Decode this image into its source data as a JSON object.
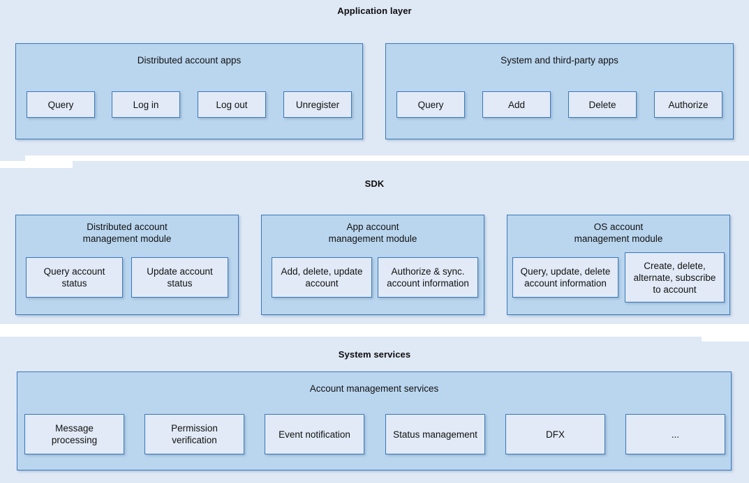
{
  "diagram": {
    "title_application": "Application layer",
    "title_sdk": "SDK",
    "title_system_services": "System services",
    "colors": {
      "band_background": "#dfe8f5",
      "group_fill": "#bad6ef",
      "leaf_fill": "#e1eaf6",
      "border": "#3a77ba",
      "text": "#111111",
      "page_background": "#ffffff"
    }
  },
  "application_layer": {
    "groups": [
      {
        "title": "Distributed account apps",
        "items": [
          {
            "label": "Query"
          },
          {
            "label": "Log in"
          },
          {
            "label": "Log out"
          },
          {
            "label": "Unregister"
          }
        ]
      },
      {
        "title": "System and third-party apps",
        "items": [
          {
            "label": "Query"
          },
          {
            "label": "Add"
          },
          {
            "label": "Delete"
          },
          {
            "label": "Authorize"
          }
        ]
      }
    ]
  },
  "sdk_layer": {
    "modules": [
      {
        "title": "Distributed account\nmanagement module",
        "items": [
          {
            "label": "Query account\nstatus"
          },
          {
            "label": "Update account\nstatus"
          }
        ]
      },
      {
        "title": "App account\nmanagement module",
        "items": [
          {
            "label": "Add, delete, update\naccount"
          },
          {
            "label": "Authorize & sync.\naccount information"
          }
        ]
      },
      {
        "title": "OS account\nmanagement module",
        "items": [
          {
            "label": "Query, update, delete\naccount information"
          },
          {
            "label": "Create, delete,\nalternate, subscribe\nto account"
          }
        ]
      }
    ]
  },
  "system_services_layer": {
    "groups": [
      {
        "title": "Account management services",
        "items": [
          {
            "label": "Message\nprocessing"
          },
          {
            "label": "Permission\nverification"
          },
          {
            "label": "Event notification"
          },
          {
            "label": "Status management"
          },
          {
            "label": "DFX"
          },
          {
            "label": "..."
          }
        ]
      }
    ]
  }
}
